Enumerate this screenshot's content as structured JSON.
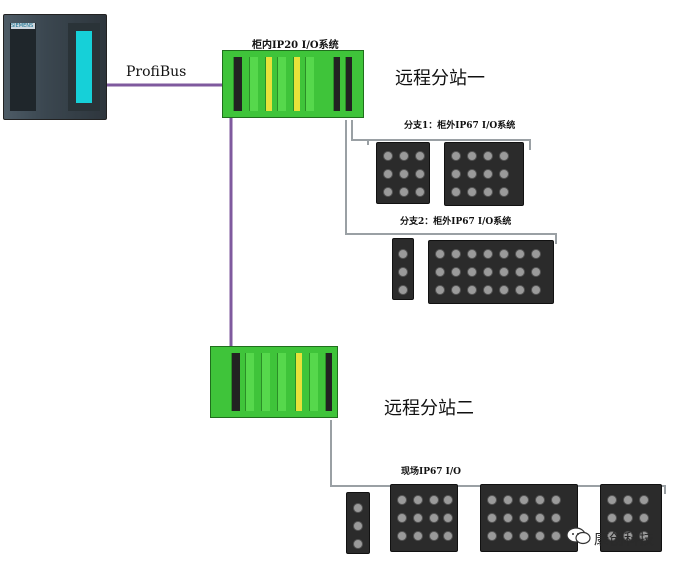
{
  "diagram": {
    "profibus_label": "ProfiBus",
    "cabinet_system_label": "柜内IP20 I/O系统",
    "remote_station_1_label": "远程分站一",
    "remote_station_2_label": "远程分站二",
    "branch_1_label": "分支1：柜外IP67 I/O系统",
    "branch_2_label": "分支2：柜外IP67 I/O系统",
    "field_io_label": "现场IP67 I/O",
    "plc_brand": "SIEMENS"
  },
  "watermark": {
    "text": "康创科技",
    "icon": "wechat-icon"
  },
  "colors": {
    "profibus_line": "#7f5a9e",
    "ip20_green": "#3fc43a",
    "ip67_body": "#2b2b2b",
    "branch_cable": "#9aa0a4"
  }
}
